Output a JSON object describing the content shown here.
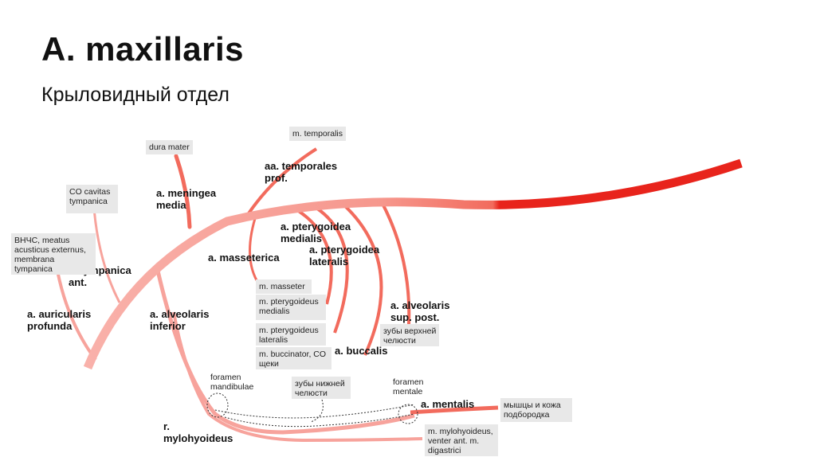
{
  "header": {
    "title": "A. maxillaris",
    "subtitle": "Крыловидный отдел"
  },
  "branches": {
    "a_meningea_media": "a. meningea\nmedia",
    "a_tympanica_ant": "a. tympanica\nant.",
    "a_auricularis_profunda": "a. auricularis\nprofunda",
    "a_alveolaris_inferior": "a. alveolaris\ninferior",
    "aa_temporales_prof": "aa. temporales\nprof.",
    "a_pterygoidea_medialis": "a. pterygoidea\nmedialis",
    "a_pterygoidea_lateralis": "a. pterygoidea\nlateralis",
    "a_masseterica": "a. masseterica",
    "a_alveolaris_sup_post": "a. alveolaris\nsup. post.",
    "a_buccalis": "a. buccalis",
    "a_mentalis": "a. mentalis",
    "r_mylohyoideus": "r.\nmylohyoideus"
  },
  "targets": {
    "dura_mater": "dura mater",
    "co_cavitas_tympanica": "CO cavitas\ntympanica",
    "vnchs_meatus": "ВНЧС, meatus\nacusticus externus,\nmembrana\ntympanica",
    "m_temporalis": "m. temporalis",
    "m_masseter": "m. masseter",
    "m_pterygoideus_medialis": "m. pterygoideus\nmedialis",
    "m_pterygoideus_lateralis": "m. pterygoideus\nlateralis",
    "m_buccinator": "m. buccinator, CO\nщеки",
    "zuby_verkhnei": "зубы верхней\nчелюсти",
    "zuby_nizhnei": "зубы нижней\nчелюсти",
    "myshcy_kozha": "мышцы и кожа\nподбородка",
    "m_mylohyoideus": "m. mylohyoideus,\nventer ant. m.\ndigastrici"
  },
  "notes": {
    "foramen_mandibulae": "foramen\nmandibulae",
    "foramen_mentale": "foramen\nmentale"
  },
  "colors": {
    "artery_main": "#e8241c",
    "artery_mid": "#f26b5d",
    "artery_light": "#f7a39c",
    "label_box": "#e8e8e8"
  }
}
